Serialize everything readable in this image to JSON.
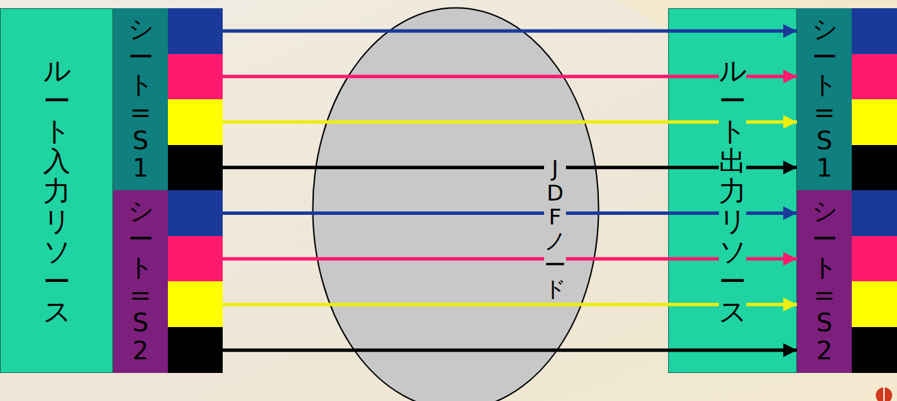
{
  "diagram": {
    "nodes": [
      {
        "text": [
          "ルート入力リソース"
        ]
      },
      {
        "text": [
          "シート=S1"
        ],
        "in": 0
      },
      {
        "text": [
          "シート=S2"
        ],
        "in": 0
      },
      {
        "text": [
          "JDFノード"
        ]
      },
      {
        "text": [
          "ルート出力リソース"
        ]
      },
      {
        "text": [
          "シート=S1"
        ],
        "in": 4
      },
      {
        "text": [
          "シート=S2"
        ],
        "in": 4
      }
    ],
    "edges": [
      {
        "from": 1,
        "to": 5,
        "arrow": "to"
      },
      {
        "from": 1,
        "to": 5,
        "arrow": "to"
      },
      {
        "from": 1,
        "to": 5,
        "arrow": "to"
      },
      {
        "from": 1,
        "to": 5,
        "arrow": "to"
      },
      {
        "from": 2,
        "to": 6,
        "arrow": "to"
      },
      {
        "from": 2,
        "to": 6,
        "arrow": "to"
      },
      {
        "from": 2,
        "to": 6,
        "arrow": "to"
      },
      {
        "from": 2,
        "to": 6,
        "arrow": "to"
      }
    ]
  }
}
